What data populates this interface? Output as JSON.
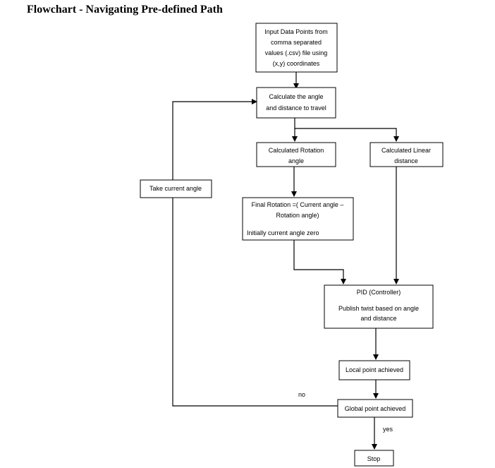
{
  "title": "Flowchart - Navigating Pre-defined Path",
  "nodes": {
    "input": [
      "Input Data Points from",
      "comma separated",
      "values (.csv) file using",
      "(x,y) coordinates"
    ],
    "calc": [
      "Calculate the angle",
      "and distance to travel"
    ],
    "rotation": [
      "Calculated Rotation",
      "angle"
    ],
    "linear": [
      "Calculated Linear",
      "distance"
    ],
    "take": [
      "Take current angle"
    ],
    "final": [
      "Final Rotation =( Current angle –",
      "Rotation angle)",
      "Initially current angle zero"
    ],
    "pid": [
      "PID (Controller)",
      "Publish twist based on angle",
      "and distance"
    ],
    "local": [
      "Local point achieved"
    ],
    "global": [
      "Global point achieved"
    ],
    "stop": [
      "Stop"
    ]
  },
  "edge_labels": {
    "no": "no",
    "yes": "yes"
  }
}
